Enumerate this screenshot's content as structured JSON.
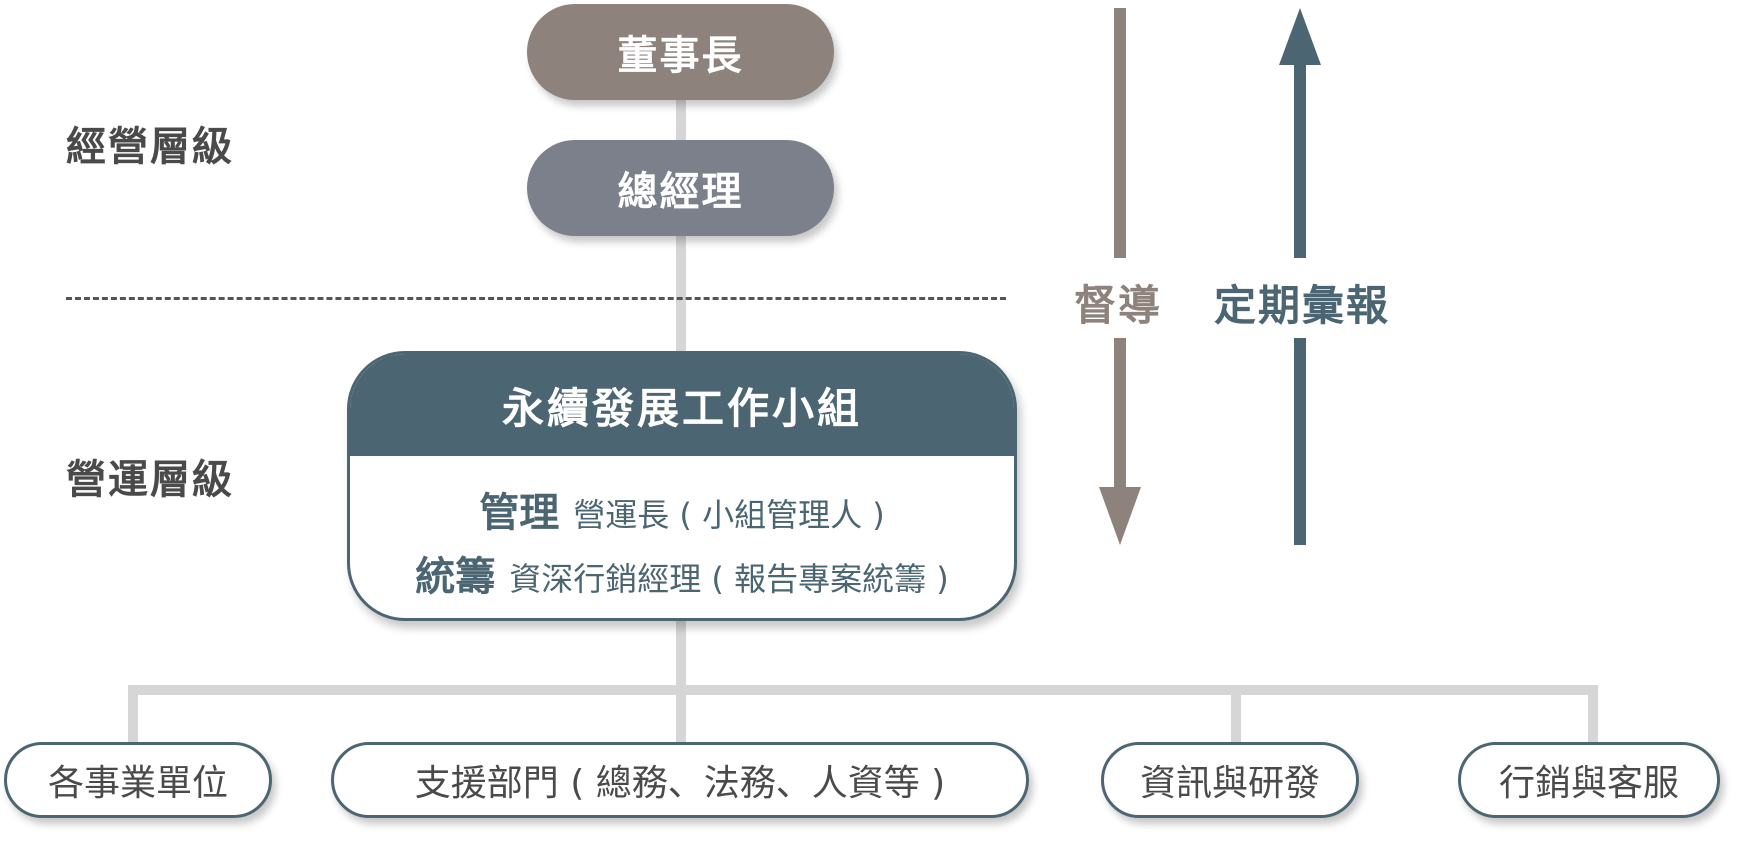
{
  "levels": {
    "executive": "經營層級",
    "operational": "營運層級"
  },
  "top": {
    "chairman": "董事長",
    "general_manager": "總經理"
  },
  "team": {
    "title": "永續發展工作小組",
    "rows": [
      {
        "role": "管理",
        "desc": "營運長 ( 小組管理人 )"
      },
      {
        "role": "統籌",
        "desc": "資深行銷經理 ( 報告專案統籌 )"
      }
    ]
  },
  "units": [
    "各事業單位",
    "支援部門 ( 總務、法務、人資等 )",
    "資訊與研發",
    "行銷與客服"
  ],
  "arrows": {
    "down_label": "督導",
    "up_label": "定期彙報"
  },
  "colors": {
    "chairman": "#8e827c",
    "general_manager": "#7b808b",
    "team": "#4b6672",
    "down_arrow": "#8e827c",
    "up_arrow": "#4b6672",
    "connector": "#d6d6d6"
  }
}
